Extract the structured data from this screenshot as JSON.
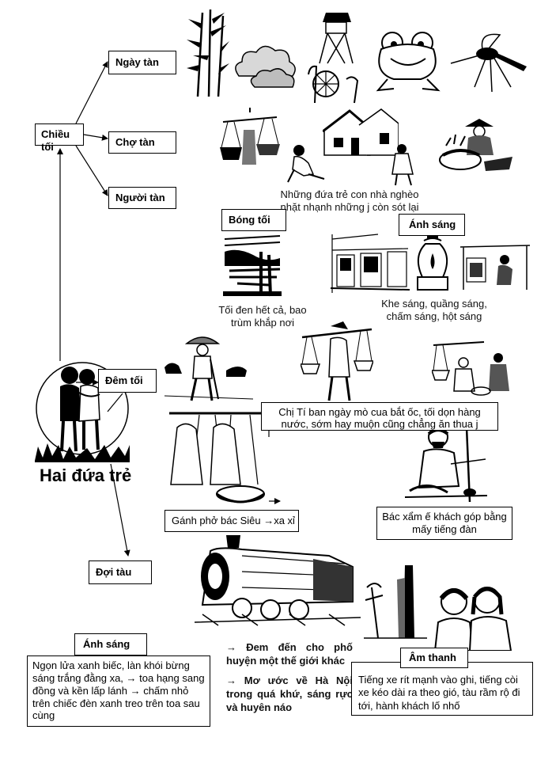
{
  "title": "Hai đứa trẻ",
  "branches": {
    "chieu_toi": "Chiều tối",
    "ngay_tan": "Ngày tàn",
    "cho_tan": "Chợ tàn",
    "nguoi_tan": "Người tàn",
    "dem_toi": "Đêm tối",
    "doi_tau": "Đợi tàu"
  },
  "night": {
    "bong_toi": "Bóng tối",
    "bong_toi_desc": "Tối đen hết cả, bao trùm khắp nơi",
    "anh_sang": "Ánh sáng",
    "anh_sang_desc": "Khe sáng, quầng sáng, chấm sáng, hột sáng",
    "children_desc": "Những đứa trẻ con nhà nghèo nhặt nhạnh những j còn sót lại",
    "chi_ti": "Chị Tí ban ngày mò cua bắt ốc, tối dọn hàng nước, sớm hay muộn cũng chẳng ăn thua j",
    "ganh_pho": "Gánh phở bác Siêu →xa xỉ",
    "bac_xam": "Bác xẩm ế khách góp bằng mấy tiếng đàn"
  },
  "train": {
    "anh_sang_title": "Ánh sáng",
    "anh_sang_text": "Ngọn lửa xanh biếc, làn khói bừng sáng trắng đằng xa, → toa hạng sang đồng và kền lấp lánh → chấm nhỏ trên chiếc đèn xanh treo trên toa sau cùng",
    "meaning_1": "→ Đem đến cho phố huyện một thế giới khác",
    "meaning_2": "→ Mơ ước về Hà Nội trong quá khứ, sáng rực và huyên náo",
    "am_thanh_title": "Âm thanh",
    "am_thanh_text": "Tiếng xe rít mạnh vào ghi, tiếng còi xe kéo dài ra theo gió, tàu rầm rộ đi tới, hành khách lố nhố"
  }
}
